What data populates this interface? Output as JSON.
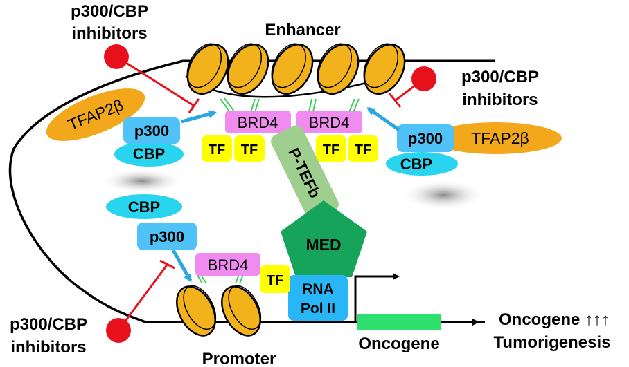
{
  "labels": {
    "enhancer": "Enhancer",
    "promoter": "Promoter",
    "inhibitor_tl_1": "p300/CBP",
    "inhibitor_tl_2": "inhibitors",
    "inhibitor_tr_1": "p300/CBP",
    "inhibitor_tr_2": "inhibitors",
    "inhibitor_bl_1": "p300/CBP",
    "inhibitor_bl_2": "inhibitors",
    "tfap2b_left": "TFAP2β",
    "tfap2b_right": "TFAP2β",
    "p300_left": "p300",
    "cbp_left": "CBP",
    "p300_right": "p300",
    "cbp_right": "CBP",
    "p300_promoter": "p300",
    "cbp_promoter": "CBP",
    "brd4_1": "BRD4",
    "brd4_2": "BRD4",
    "brd4_promoter": "BRD4",
    "tf_1": "TF",
    "tf_2": "TF",
    "tf_3": "TF",
    "tf_4": "TF",
    "tf_promoter": "TF",
    "ptefb": "P-TEFb",
    "med": "MED",
    "rnapol_1": "RNA",
    "rnapol_2": "Pol II",
    "oncogene": "Oncogene",
    "outcome_1": "Oncogene ↑↑↑",
    "outcome_2": "Tumorigenesis"
  },
  "colors": {
    "nucleosome": "#f2b21c",
    "tfap2b": "#f2a81a",
    "p300": "#4fc3f7",
    "cbp": "#29d5ee",
    "brd4": "#f08cf0",
    "tf": "#ffff00",
    "ptefb": "#9fcf8f",
    "med": "#16a35a",
    "rnapol": "#29b6f6",
    "oncogene_bar": "#2fe06e",
    "inhibitor": "#e8101a",
    "arrow_blue": "#2aa7e0"
  }
}
